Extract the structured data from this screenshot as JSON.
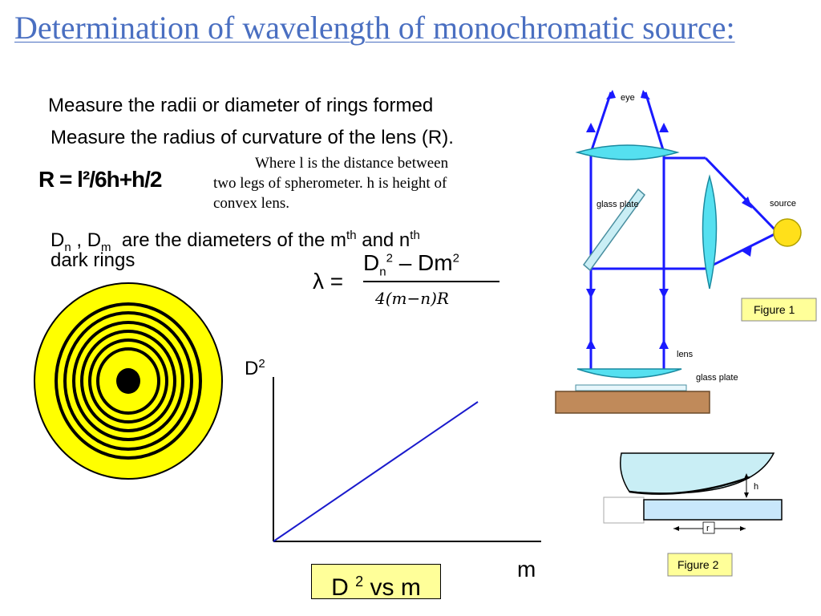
{
  "title": "Determination of wavelength of monochromatic source:",
  "steps": {
    "radii": "Measure the radii  or diameter of rings formed",
    "curvature": "Measure the radius of curvature of the lens (R)."
  },
  "formula_r": "R = l²/6h+h/2",
  "note": {
    "line1": "Where l is the distance between",
    "line2": "two legs of spherometer. h is height of",
    "line3": "convex lens."
  },
  "diameters": {
    "d": "D",
    "n": "n",
    "comma": " , ",
    "m": "m",
    "text": "  are the diameters of the m",
    "th1": "th",
    "and": " and n",
    "th2": "th",
    "line2": "dark rings"
  },
  "wavelength": {
    "lhs": "λ =",
    "num_d": "D",
    "num_sub": "n",
    "num_sup": "2",
    "num_rest": " – Dm",
    "num_sup2": "2",
    "denominator": "4(m−n)R"
  },
  "graph": {
    "ylabel_base": "D",
    "ylabel_sup": "2",
    "xlabel": "m",
    "caption_base": "D ",
    "caption_sup": "2",
    "caption_rest": " vs m"
  },
  "figure1": {
    "eye_label": "eye",
    "glass_plate_label": "glass plate",
    "source_label": "source",
    "lens_label": "lens",
    "glass_plate_bottom_label": "glass plate",
    "caption": "Figure 1"
  },
  "figure2": {
    "h_label": "h",
    "r_label": "r",
    "caption": "Figure 2"
  },
  "colors": {
    "title": "#4a6fc1",
    "ray": "#1a1aff",
    "lens": "#55e0f0",
    "source": "#ffe01a",
    "rings_fill": "#ffff00",
    "base": "#c08a5a",
    "caption_bg": "#ffff99"
  },
  "chart_data": {
    "type": "line",
    "series": [
      {
        "x": [
          0,
          1
        ],
        "y": [
          0,
          1
        ]
      }
    ],
    "xlabel": "m",
    "ylabel": "D²",
    "title": "D ² vs m",
    "grid": false
  }
}
